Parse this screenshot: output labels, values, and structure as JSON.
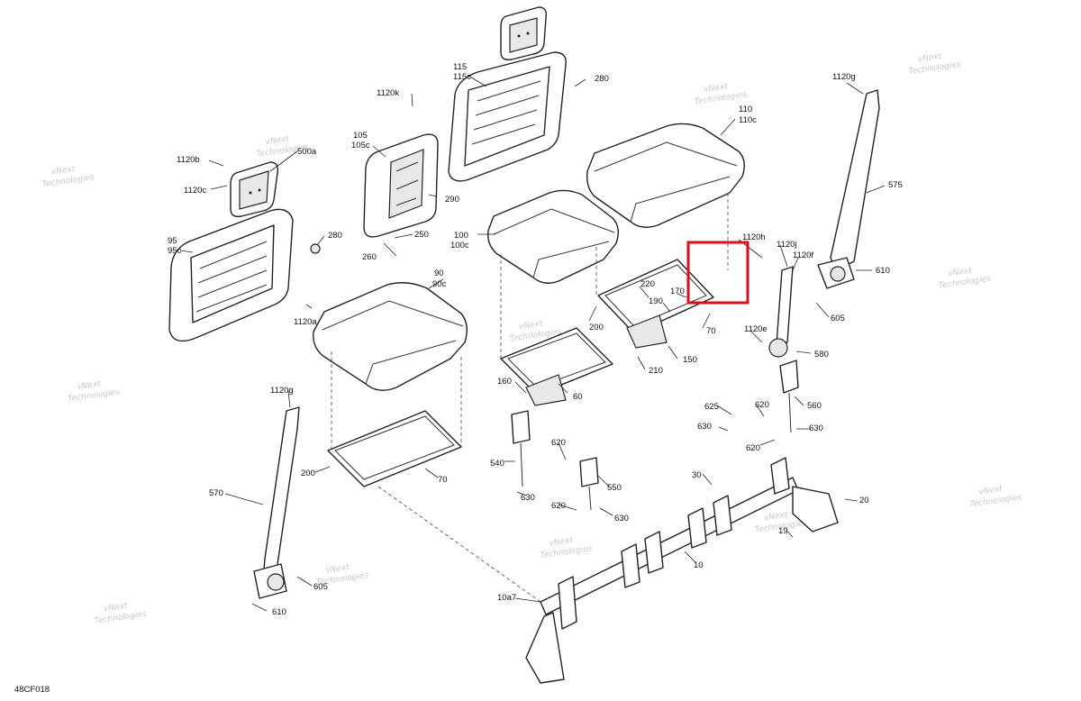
{
  "watermark": {
    "line1": "vNext",
    "line2": "Technologies"
  },
  "figure_code": "48CF018",
  "highlight_color": "#d9101a",
  "callouts": {
    "c115": "115",
    "c115c": "115c",
    "c280a": "280",
    "c1120k": "1120k",
    "c105": "105",
    "c105c": "105c",
    "c290": "290",
    "c110": "110",
    "c110c": "110c",
    "c1120g_top": "1120g",
    "c575": "575",
    "c1120b": "1120b",
    "c1120c": "1120c",
    "c500a": "500a",
    "c95": "95",
    "c95c": "95c",
    "c280b": "280",
    "c250": "250",
    "c260": "260",
    "c100": "100",
    "c100c": "100c",
    "c1120h": "1120h",
    "c1120j": "1120j",
    "c1120f": "1120f",
    "c610a": "610",
    "c605a": "605",
    "c90": "90",
    "c90c": "90c",
    "c220": "220",
    "c190": "190",
    "c170": "170",
    "c70a": "70",
    "c1120a": "1120a",
    "c200a": "200",
    "c1120e": "1120e",
    "c580": "580",
    "c150": "150",
    "c210": "210",
    "c160": "160",
    "c60": "60",
    "c1120g_left": "1120g",
    "c625": "625",
    "c620a": "620",
    "c560": "560",
    "c630a": "630",
    "c630b": "630",
    "c620b": "620",
    "c620c": "620",
    "c540": "540",
    "c630c": "630",
    "c550": "550",
    "c200b": "200",
    "c70b": "70",
    "c570": "570",
    "c30": "30",
    "c20": "20",
    "c620d": "620",
    "c630d": "630",
    "c19": "19",
    "c10": "10",
    "c605b": "605",
    "c610b": "610",
    "c10a7": "10a7"
  }
}
